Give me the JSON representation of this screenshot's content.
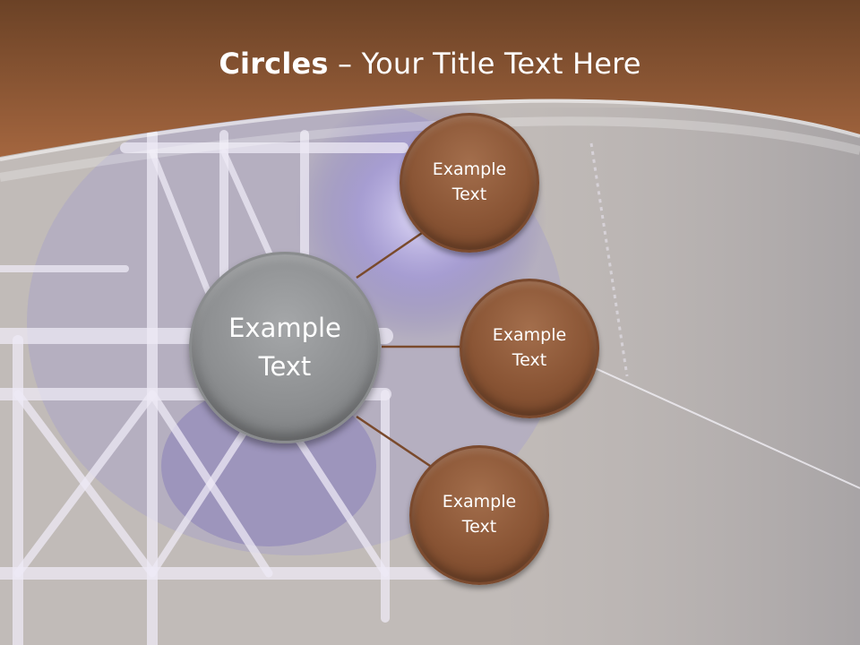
{
  "slide": {
    "title_bold": "Circles",
    "title_rest": " – Your Title Text Here"
  },
  "diagram": {
    "center_label": "Example\nText",
    "nodes": [
      {
        "label": "Example\nText"
      },
      {
        "label": "Example\nText"
      },
      {
        "label": "Example\nText"
      }
    ]
  },
  "colors": {
    "header": "#8a5535",
    "node_fill": "#8a5535",
    "center_fill": "#8d8f91",
    "connector": "#7a4a2c"
  }
}
